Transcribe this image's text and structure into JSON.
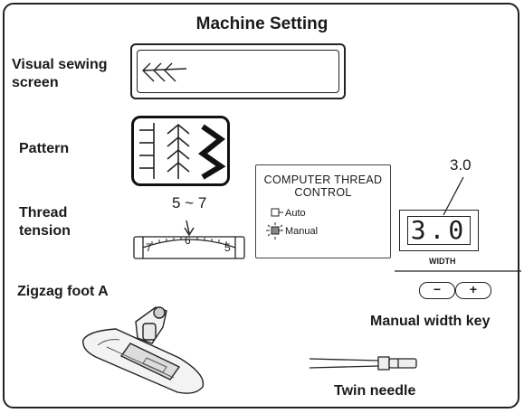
{
  "title": "Machine Setting",
  "labels": {
    "visual_screen": "Visual sewing screen",
    "pattern": "Pattern",
    "thread_tension": "Thread tension",
    "zigzag_foot": "Zigzag foot A",
    "manual_width_key": "Manual width key",
    "twin_needle": "Twin needle"
  },
  "tension": {
    "range": "5 ~ 7",
    "dial_numbers": [
      "7",
      "6",
      "5"
    ]
  },
  "thread_control": {
    "title": "COMPUTER THREAD CONTROL",
    "options": [
      "Auto",
      "Manual"
    ],
    "selected": "Manual"
  },
  "width": {
    "callout": "3.0",
    "display_value": "3.0",
    "display_label": "WIDTH",
    "minus_key": "−",
    "plus_key": "+"
  },
  "icons": [
    "visual-screen-stitch-icon",
    "straight-stitch-icon",
    "arrow-stitch-icon",
    "zigzag-stitch-icon",
    "tension-dial-icon",
    "led-indicator-icon",
    "zigzag-foot-icon",
    "twin-needle-icon"
  ]
}
